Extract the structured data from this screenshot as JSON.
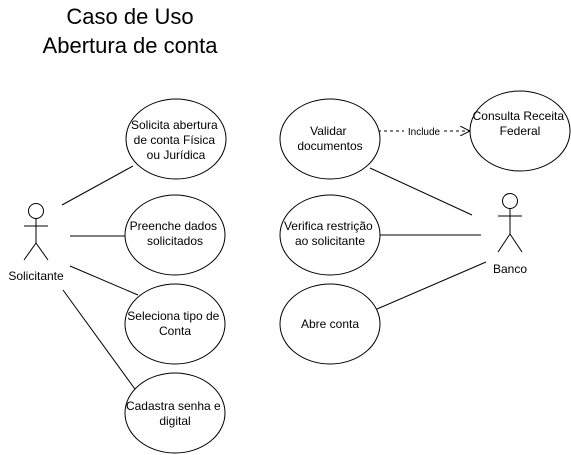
{
  "title": {
    "line1": "Caso de Uso",
    "line2": "Abertura de conta"
  },
  "actors": {
    "solicitante": "Solicitante",
    "banco": "Banco"
  },
  "use_cases": {
    "uc1": [
      "Solicita abertura",
      "de conta Física",
      "ou Jurídica"
    ],
    "uc2": [
      "Preenche dados",
      "solicitados"
    ],
    "uc3": [
      "Seleciona tipo de",
      "Conta"
    ],
    "uc4": [
      "Cadastra senha e",
      "digital"
    ],
    "uc5": [
      "Validar",
      "documentos"
    ],
    "uc6": [
      "Verifica restrição",
      "ao solicitante"
    ],
    "uc7": [
      "Abre conta"
    ],
    "uc8": [
      "Consulta Receita",
      "Federal"
    ]
  },
  "relations": {
    "include": "Include"
  },
  "colors": {
    "stroke": "#000000",
    "background": "#ffffff"
  }
}
